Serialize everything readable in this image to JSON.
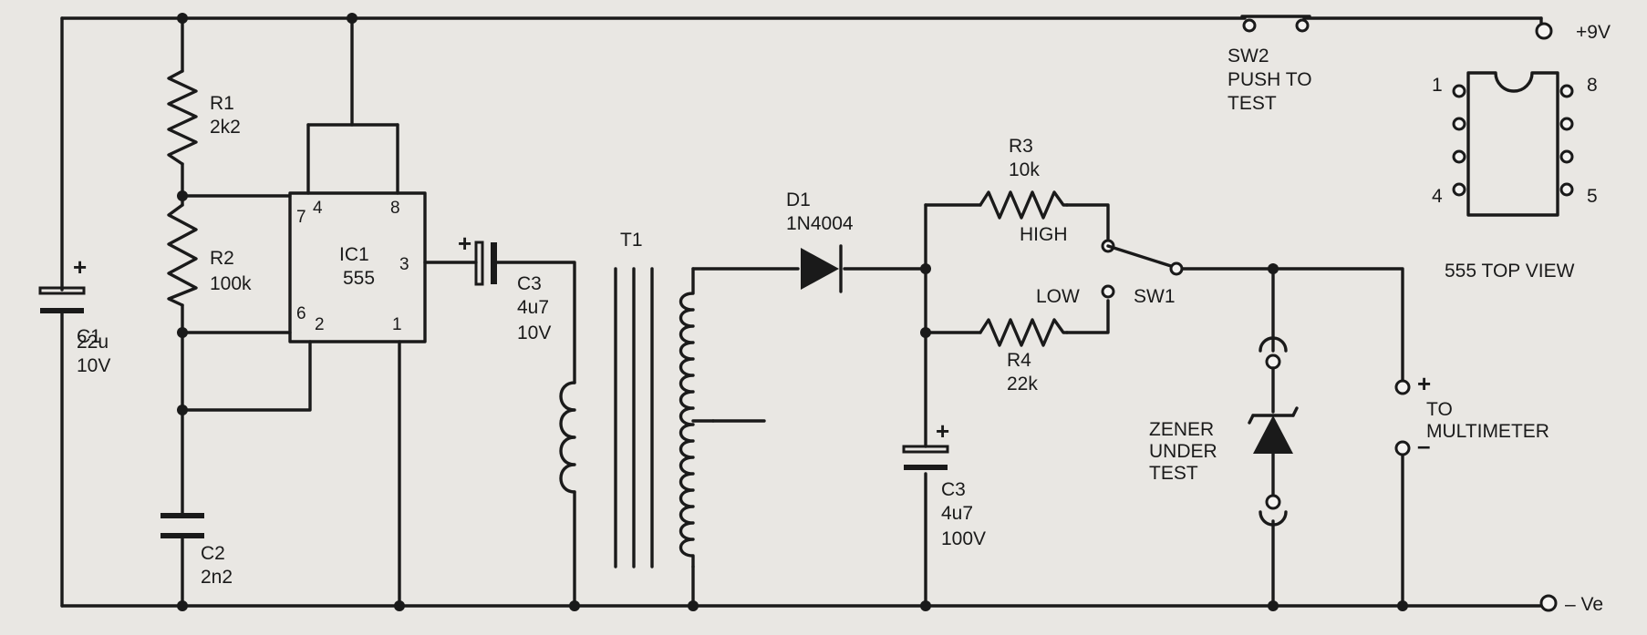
{
  "components": {
    "r1": {
      "ref": "R1",
      "value": "2k2"
    },
    "r2": {
      "ref": "R2",
      "value": "100k"
    },
    "c1": {
      "ref": "C1",
      "value": "22u",
      "voltage": "10V",
      "polarity": "+"
    },
    "c2": {
      "ref": "C2",
      "value": "2n2"
    },
    "ic1": {
      "ref": "IC1",
      "part": "555",
      "pins": {
        "p4": "4",
        "p7": "7",
        "p8": "8",
        "p3": "3",
        "p6": "6",
        "p2": "2",
        "p1": "1"
      }
    },
    "c3_coupling": {
      "ref": "C3",
      "value": "4u7",
      "voltage": "10V",
      "polarity": "+"
    },
    "t1": {
      "ref": "T1"
    },
    "d1": {
      "ref": "D1",
      "part": "1N4004"
    },
    "r3": {
      "ref": "R3",
      "value": "10k"
    },
    "r4": {
      "ref": "R4",
      "value": "22k"
    },
    "c3_output": {
      "ref": "C3",
      "value": "4u7",
      "voltage": "100V",
      "polarity": "+"
    },
    "sw1": {
      "ref": "SW1",
      "high": "HIGH",
      "low": "LOW"
    },
    "sw2": {
      "ref": "SW2",
      "line1": "PUSH TO",
      "line2": "TEST"
    }
  },
  "terminals": {
    "supply": "+9V",
    "ground": "– Ve",
    "meter_plus": "+",
    "meter_minus": "–",
    "meter_label": "TO",
    "meter_label2": "MULTIMETER"
  },
  "zener": {
    "line1": "ZENER",
    "line2": "UNDER",
    "line3": "TEST"
  },
  "ic_top_view": {
    "title": "555 TOP VIEW",
    "pin_tl": "1",
    "pin_tr": "8",
    "pin_bl": "4",
    "pin_br": "5"
  }
}
